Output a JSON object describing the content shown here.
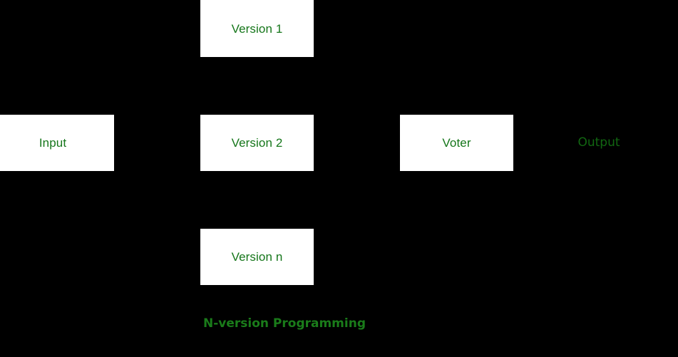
{
  "diagram": {
    "title": "N-version Programming",
    "caption": "N-version Programming",
    "colors": {
      "background": "#000000",
      "box_fill": "#ffffff",
      "box_label_text": "#15761a",
      "free_label_text": "#116611",
      "caption_text": "#1a7c1a"
    },
    "nodes": [
      {
        "id": "input",
        "label": "Input",
        "shape": "rectangle"
      },
      {
        "id": "version-1",
        "label": "Version 1",
        "shape": "rectangle"
      },
      {
        "id": "version-2",
        "label": "Version 2",
        "shape": "rectangle"
      },
      {
        "id": "version-n",
        "label": "Version n",
        "shape": "rectangle"
      },
      {
        "id": "voter",
        "label": "Voter",
        "shape": "rectangle"
      },
      {
        "id": "output",
        "label": "Output",
        "shape": "text"
      }
    ]
  }
}
